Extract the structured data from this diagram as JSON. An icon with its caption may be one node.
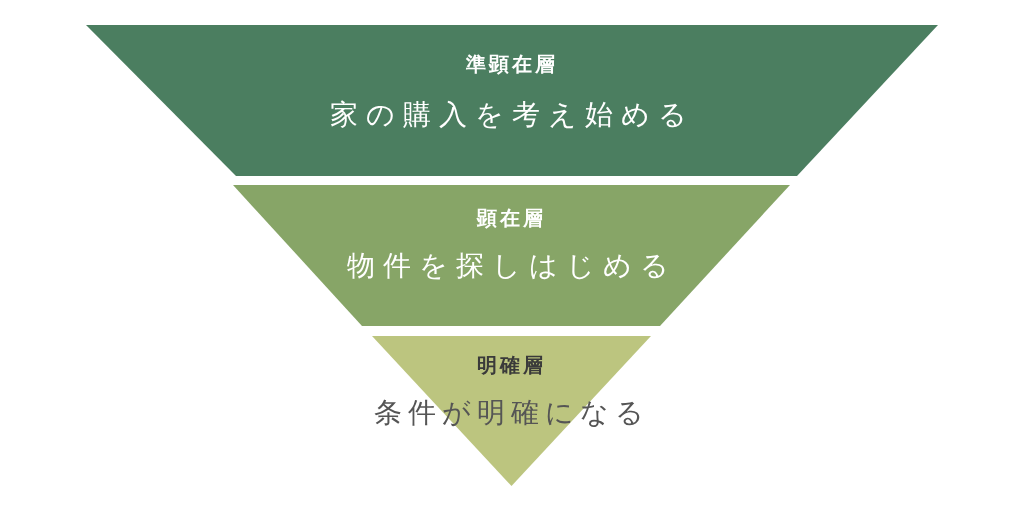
{
  "diagram": {
    "nodes": [
      {
        "text": [
          "準顕在層",
          "家の購入を考え始める"
        ]
      },
      {
        "text": [
          "顕在層",
          "物件を探しはじめる"
        ]
      },
      {
        "text": [
          "明確層",
          "条件が明確になる"
        ]
      }
    ]
  }
}
